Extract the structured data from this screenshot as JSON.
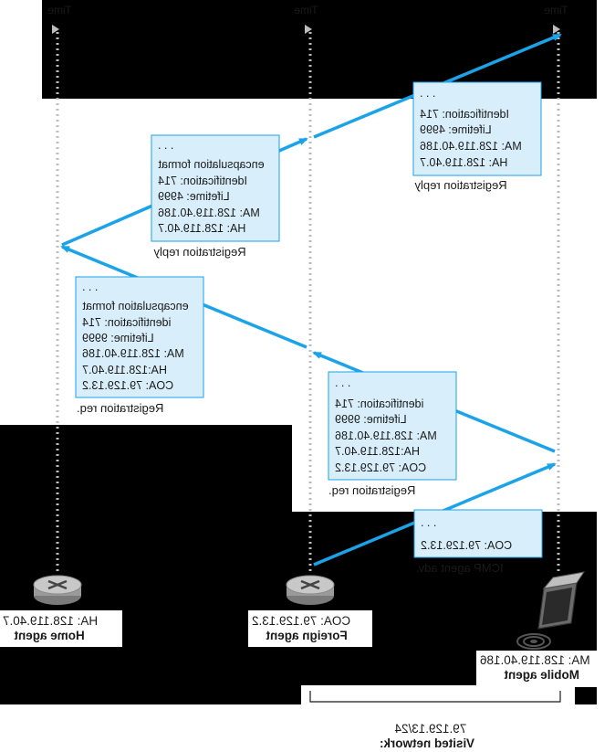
{
  "time_labels": [
    "Time",
    "Time",
    "Time"
  ],
  "nodes": {
    "home_agent": {
      "name": "Home agent",
      "address": "HA: 128.119.40.7"
    },
    "foreign_agent": {
      "name": "Foreign agent",
      "address": "COA: 79.129.13.2"
    },
    "mobile_agent": {
      "name": "Mobile agent",
      "address": "MA: 128.119.40.186"
    }
  },
  "visited_network": {
    "title": "Visited network:",
    "subnet": "79.129.13/24"
  },
  "messages": {
    "icmp_adv": {
      "caption": "ICMP agent adv.",
      "lines": [
        "COA: 79.129.13.2",
        ". . ."
      ]
    },
    "reg_req_ma": {
      "caption": "Registration req.",
      "lines": [
        "COA: 79.129.13.2",
        "HA:128.119.40.7",
        "MA: 128.119.40.186",
        "Lifetime: 9999",
        "identification: 714",
        ". . ."
      ]
    },
    "reg_req_fa": {
      "caption": "Registration req.",
      "lines": [
        "COA: 79.129.13.2",
        "HA:128.119.40.7",
        "MA: 128.119.40.186",
        "Lifetime: 9999",
        "identification: 714",
        "encapsulation format",
        ". . ."
      ]
    },
    "reg_reply_ha": {
      "caption": "Registration reply",
      "lines": [
        "HA: 128.119.40.7",
        "MA: 128.119.40.186",
        "Lifetime: 4999",
        "Identification: 714",
        "encapsulation format",
        ". . ."
      ]
    },
    "reg_reply_fa": {
      "caption": "Registration reply",
      "lines": [
        "HA: 128.119.40.7",
        "MA: 128.119.40.186",
        "Lifetime: 4999",
        "Identification: 714",
        ". . ."
      ]
    }
  },
  "colors": {
    "arrow": "#1aa3e8",
    "box_fill": "#d8eefa",
    "region": "#000000",
    "timeline": "#bdbdbd"
  }
}
